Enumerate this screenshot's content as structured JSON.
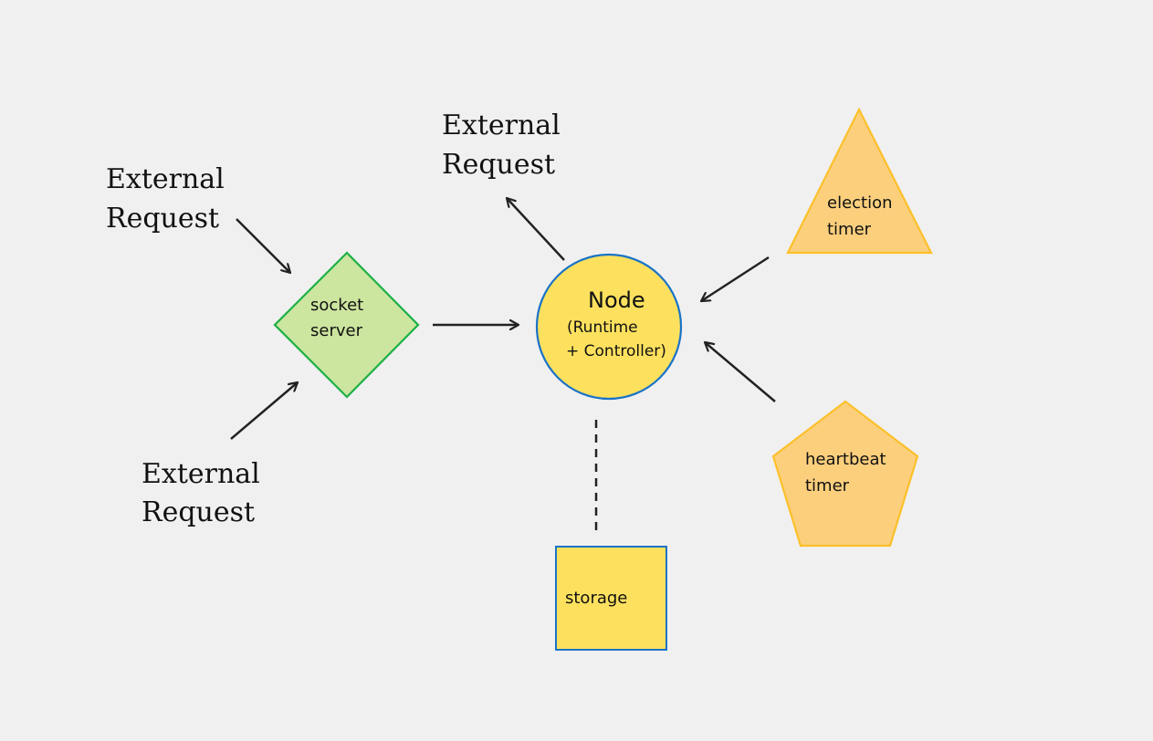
{
  "external_requests": {
    "left_top": [
      "External",
      "Request"
    ],
    "left_bottom": [
      "External",
      "Request"
    ],
    "top_center": [
      "External",
      "Request"
    ]
  },
  "socket_server": {
    "lines": [
      "socket",
      "server"
    ]
  },
  "node": {
    "title": "Node",
    "subtitle_lines": [
      "(Runtime",
      "+ Controller)"
    ]
  },
  "election_timer": {
    "lines": [
      "election",
      "timer"
    ]
  },
  "heartbeat_timer": {
    "lines": [
      "heartbeat",
      "timer"
    ]
  },
  "storage": {
    "label": "storage"
  },
  "colors": {
    "background": "#f0f0f0",
    "diamond_fill": "#cce59f",
    "diamond_stroke": "#1cb046",
    "node_fill": "#fde15e",
    "node_stroke": "#1a73c7",
    "timer_fill": "#fccf7d",
    "timer_stroke": "#fcc02a",
    "storage_fill": "#fde15e",
    "storage_stroke": "#1a73c7",
    "arrow": "#222222"
  }
}
